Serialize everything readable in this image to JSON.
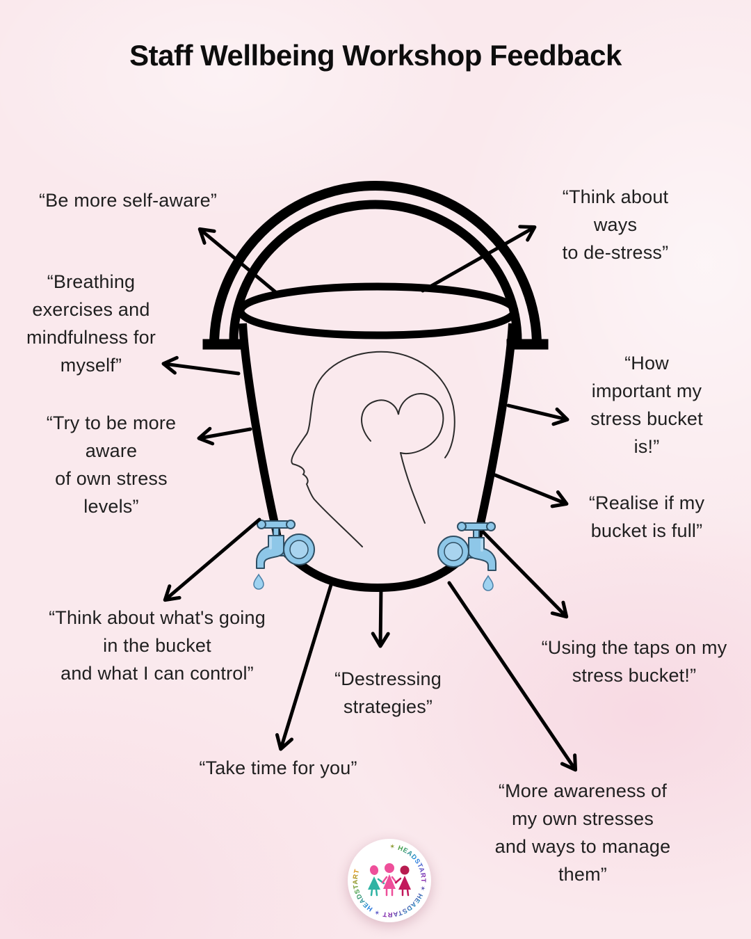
{
  "title": "Staff Wellbeing Workshop Feedback",
  "quotes": [
    {
      "id": "be-more-self-aware",
      "lines": [
        "“Be more self-aware”"
      ]
    },
    {
      "id": "think-about-ways",
      "lines": [
        "“Think about",
        "ways",
        "to de-stress”"
      ]
    },
    {
      "id": "breathing-exercises",
      "lines": [
        "“Breathing",
        "exercises and",
        "mindfulness for",
        "myself”"
      ]
    },
    {
      "id": "try-to-be-more-aware",
      "lines": [
        "“Try to be more",
        "aware",
        "of own stress",
        "levels”"
      ]
    },
    {
      "id": "how-important",
      "lines": [
        "“How",
        "important my",
        "stress bucket",
        "is!”"
      ]
    },
    {
      "id": "realise-if-full",
      "lines": [
        "“Realise if my",
        "bucket is full”"
      ]
    },
    {
      "id": "whats-going-in",
      "lines": [
        "“Think about what's going",
        "in the bucket",
        "and what I can control”"
      ]
    },
    {
      "id": "destressing",
      "lines": [
        "“Destressing",
        "strategies”"
      ]
    },
    {
      "id": "take-time",
      "lines": [
        "“Take time for you”"
      ]
    },
    {
      "id": "using-the-taps",
      "lines": [
        "“Using the taps on my",
        "stress bucket!”"
      ]
    },
    {
      "id": "more-awareness",
      "lines": [
        "“More awareness of",
        "my own stresses",
        "and ways to manage",
        "them”"
      ]
    }
  ],
  "logo": {
    "ring_text": "✶ HEADSTART ✶ HEADSTART ✶ HEADSTART "
  },
  "icons": {
    "bucket": "stress-bucket-outline",
    "bucket_handle": "bucket-handle-arc",
    "tap_left": "water-tap-left",
    "tap_right": "water-tap-right",
    "droplet": "water-drop",
    "head": "head-profile-line-art",
    "heart": "heart-in-mind",
    "arrow": "pointer-arrow",
    "logo": "headstart-circular-logo",
    "star_glyph": "✶"
  },
  "colors": {
    "background": "#fae9ed",
    "text": "#1f1f1f",
    "line_black": "#000000",
    "head_line": "#2b2b2b",
    "tap_blue": "#8ec7e8",
    "tap_blue_light": "#b3d9f1",
    "tap_outline": "#2e4e63",
    "drop_blue": "#9ed2f0",
    "logo_pink": "#ee4f9a",
    "logo_teal": "#2fb3a3",
    "logo_crimson": "#c2185b"
  }
}
